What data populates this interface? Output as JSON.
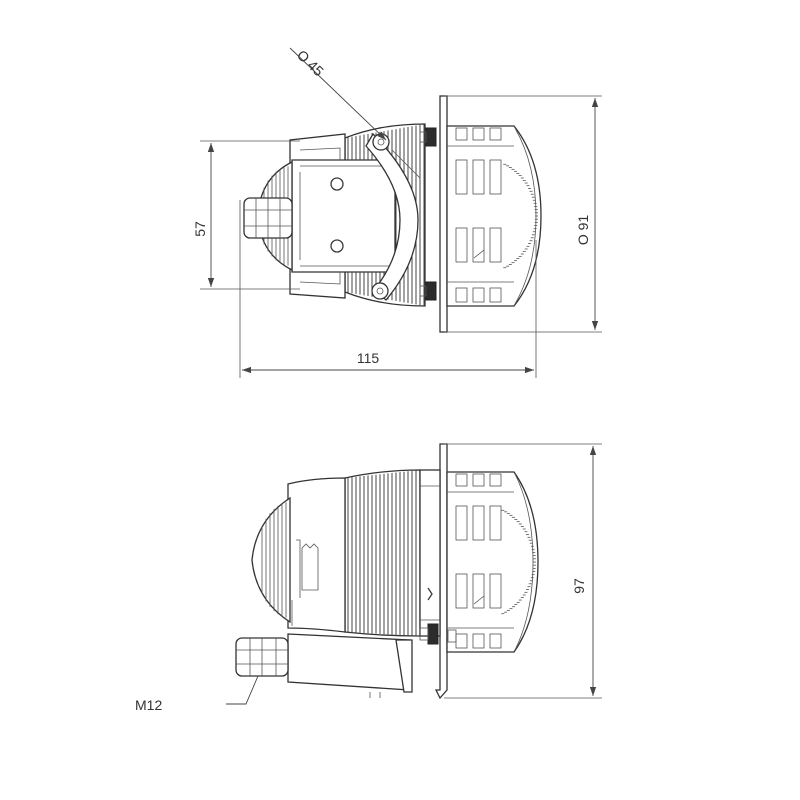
{
  "labels": {
    "diameter_45": "O 45",
    "height_57": "57",
    "diameter_91": "O 91",
    "length_115": "115",
    "height_97": "97",
    "thread_m12": "M12"
  }
}
